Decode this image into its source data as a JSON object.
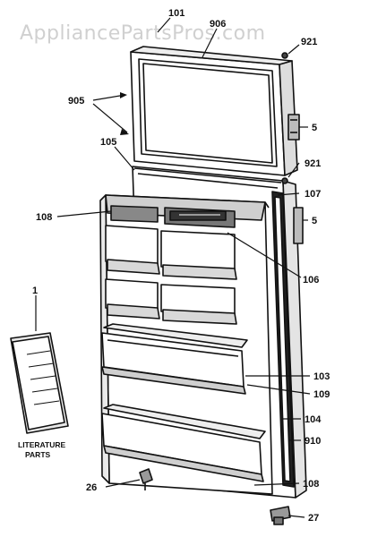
{
  "watermark": "AppliancePartsPros.com",
  "literature": {
    "line1": "LITERATURE",
    "line2": "PARTS"
  },
  "callouts": {
    "c101": "101",
    "c906": "906",
    "c921a": "921",
    "c905": "905",
    "c5a": "5",
    "c105": "105",
    "c921b": "921",
    "c107": "107",
    "c108a": "108",
    "c5b": "5",
    "c1": "1",
    "c106": "106",
    "c103": "103",
    "c109": "109",
    "c104": "104",
    "c910": "910",
    "c26": "26",
    "c108b": "108",
    "c27": "27"
  }
}
